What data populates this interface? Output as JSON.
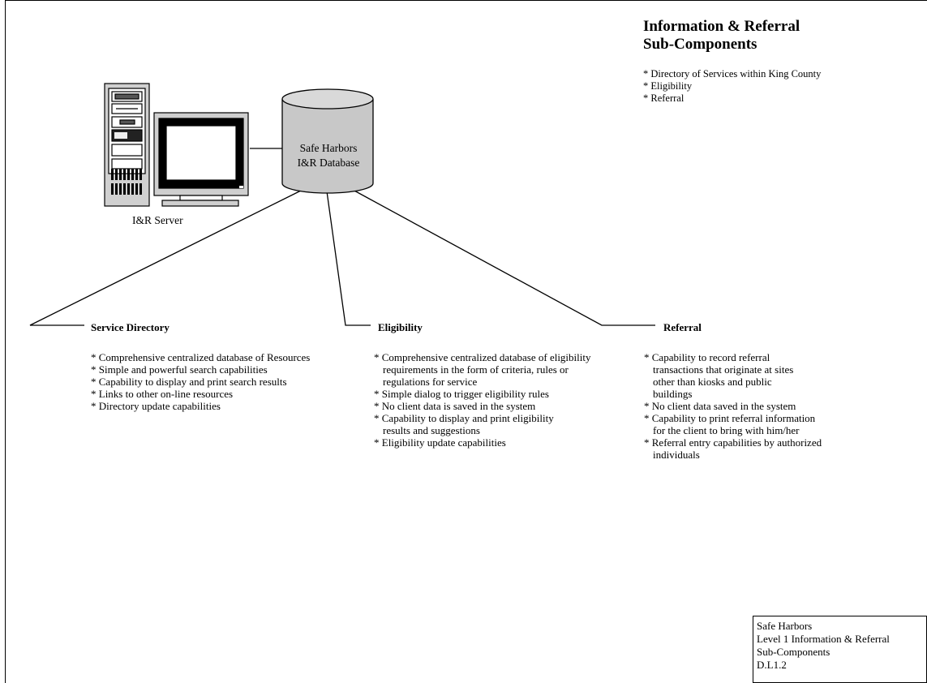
{
  "legend": {
    "title_line1": "Information & Referral",
    "title_line2": "Sub-Components",
    "items": [
      "* Directory of Services within King County",
      "* Eligibility",
      "* Referral"
    ]
  },
  "database": {
    "line1": "Safe Harbors",
    "line2": "I&R Database"
  },
  "server": {
    "label": "I&R Server"
  },
  "components": {
    "service_directory": {
      "title": "Service Directory",
      "items": [
        "* Comprehensive centralized database of Resources",
        "* Simple and powerful search capabilities",
        "* Capability to display and print search results",
        "* Links to other on-line resources",
        "* Directory update capabilities"
      ]
    },
    "eligibility": {
      "title": "Eligibility",
      "items": [
        "* Comprehensive centralized database of eligibility requirements in the form of criteria, rules or regulations for service",
        "* Simple dialog to trigger eligibility rules",
        "* No client data is saved in the system",
        "* Capability to display and print eligibility results and suggestions",
        "* Eligibility update capabilities"
      ]
    },
    "referral": {
      "title": "Referral",
      "items": [
        "* Capability to record referral transactions that originate at sites other than kiosks and public buildings",
        "* No client data saved in the system",
        "* Capability to print referral information for the client to bring with him/her",
        "* Referral entry capabilities by authorized individuals"
      ]
    }
  },
  "footer": {
    "line1": "Safe Harbors",
    "line2": "Level 1 Information & Referral",
    "line3": "Sub-Components",
    "line4": "D.L1.2"
  }
}
